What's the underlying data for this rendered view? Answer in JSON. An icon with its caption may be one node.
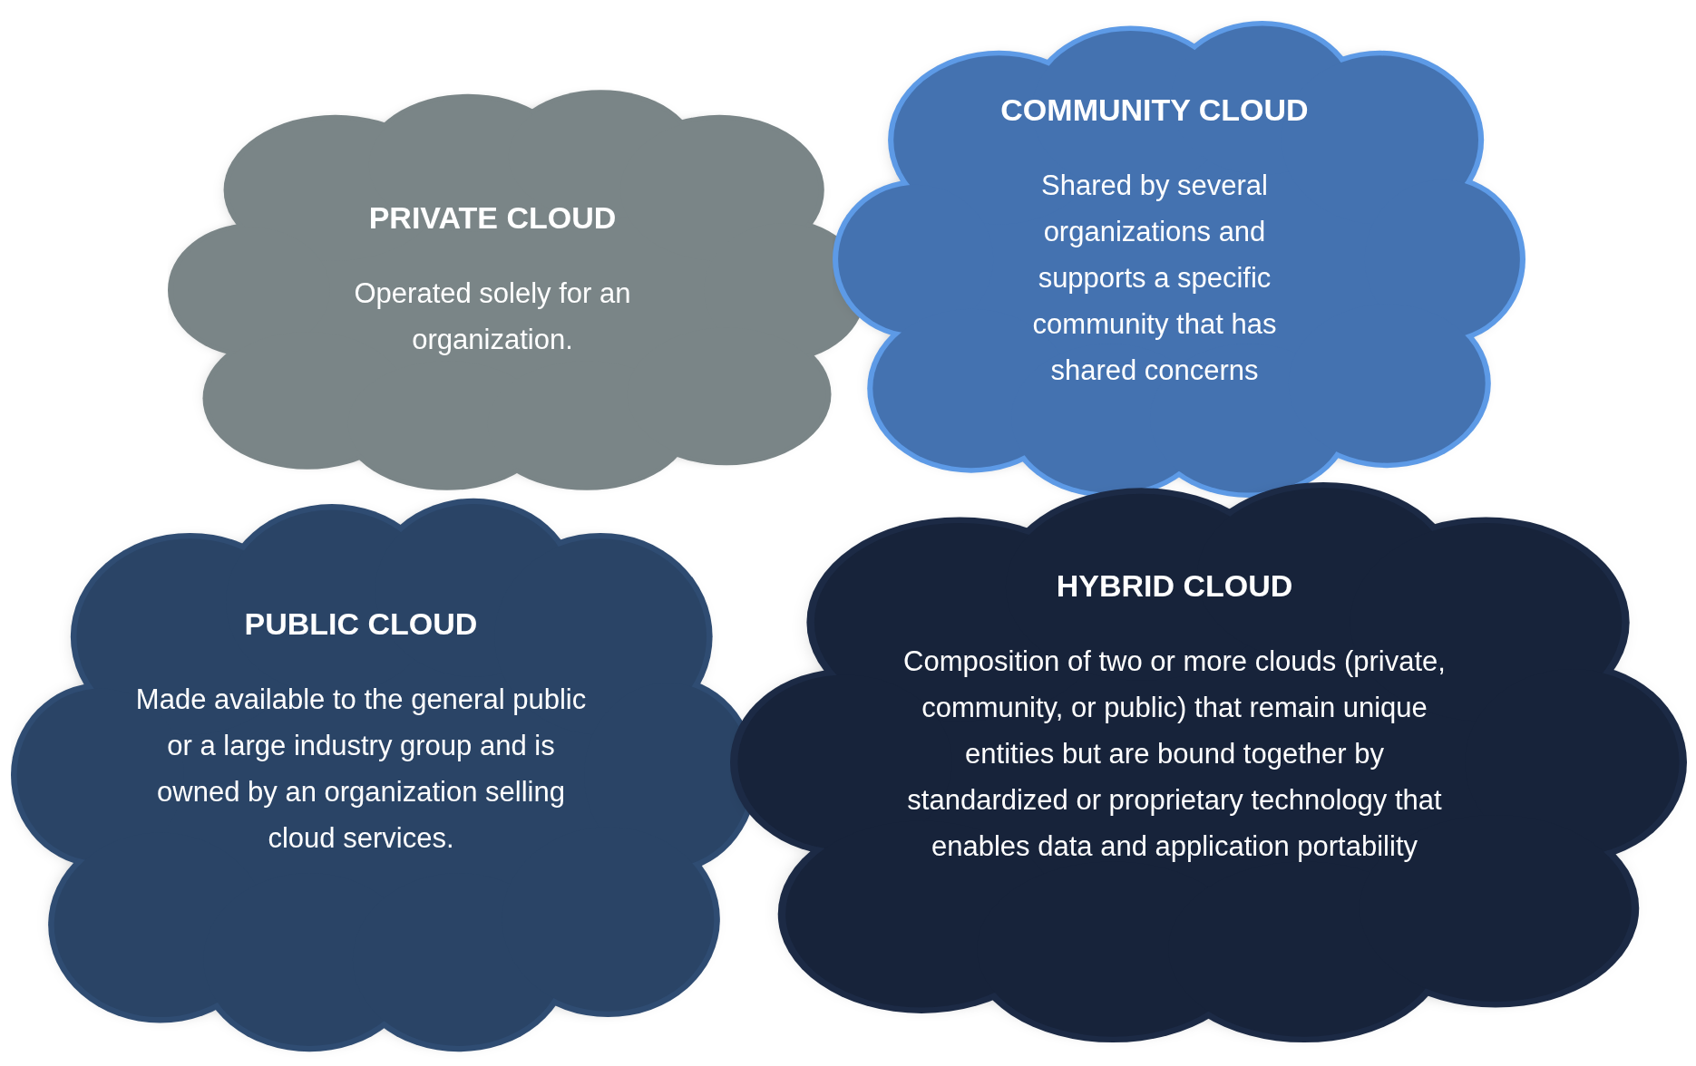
{
  "diagram": {
    "nodes": [
      {
        "text": [
          "PRIVATE CLOUD",
          "Operated solely for an organization."
        ]
      },
      {
        "text": [
          "COMMUNITY CLOUD",
          "Shared by several organizations and supports a specific community that has shared concerns"
        ]
      },
      {
        "text": [
          "PUBLIC CLOUD",
          "Made available to the general public or a large industry group and is owned by an organization selling cloud services."
        ]
      },
      {
        "text": [
          "HYBRID CLOUD",
          "Composition of two or more clouds (private, community, or public) that remain unique entities but are bound together by standardized or proprietary technology that enables data and application portability"
        ]
      }
    ]
  }
}
